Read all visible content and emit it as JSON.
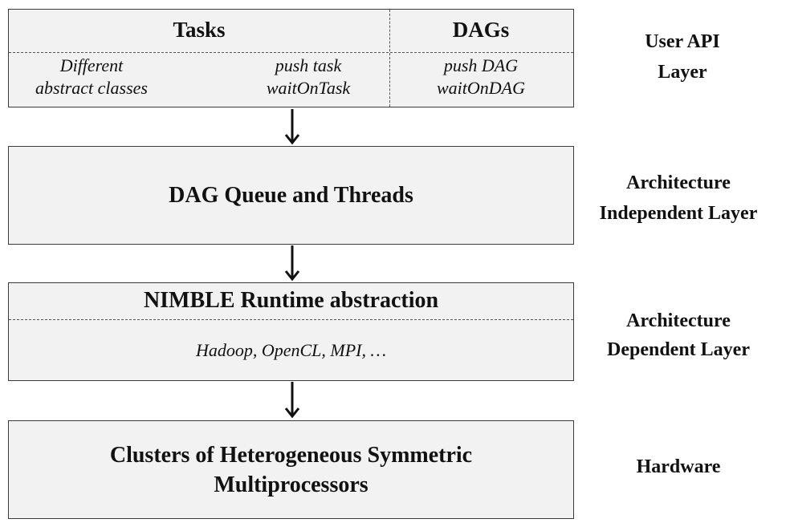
{
  "user_api_box": {
    "tasks_title": "Tasks",
    "dags_title": "DAGs",
    "tasks_left_line1": "Different",
    "tasks_left_line2": "abstract classes",
    "tasks_right_line1": "push task",
    "tasks_right_line2": "waitOnTask",
    "dags_line1": "push DAG",
    "dags_line2": "waitOnDAG"
  },
  "queue_box": {
    "title": "DAG Queue and Threads"
  },
  "runtime_box": {
    "title": "NIMBLE Runtime abstraction",
    "subtitle": "Hadoop, OpenCL, MPI, …"
  },
  "hardware_box": {
    "line1": "Clusters of Heterogeneous Symmetric",
    "line2": "Multiprocessors"
  },
  "layers": {
    "user_api_line1": "User API",
    "user_api_line2": "Layer",
    "arch_indep_line1": "Architecture",
    "arch_indep_line2": "Independent  Layer",
    "arch_dep_line1": "Architecture",
    "arch_dep_line2": "Dependent  Layer",
    "hardware": "Hardware"
  },
  "colors": {
    "box_fill": "#f2f2f2",
    "border": "#3a3a3a",
    "text": "#111111"
  }
}
